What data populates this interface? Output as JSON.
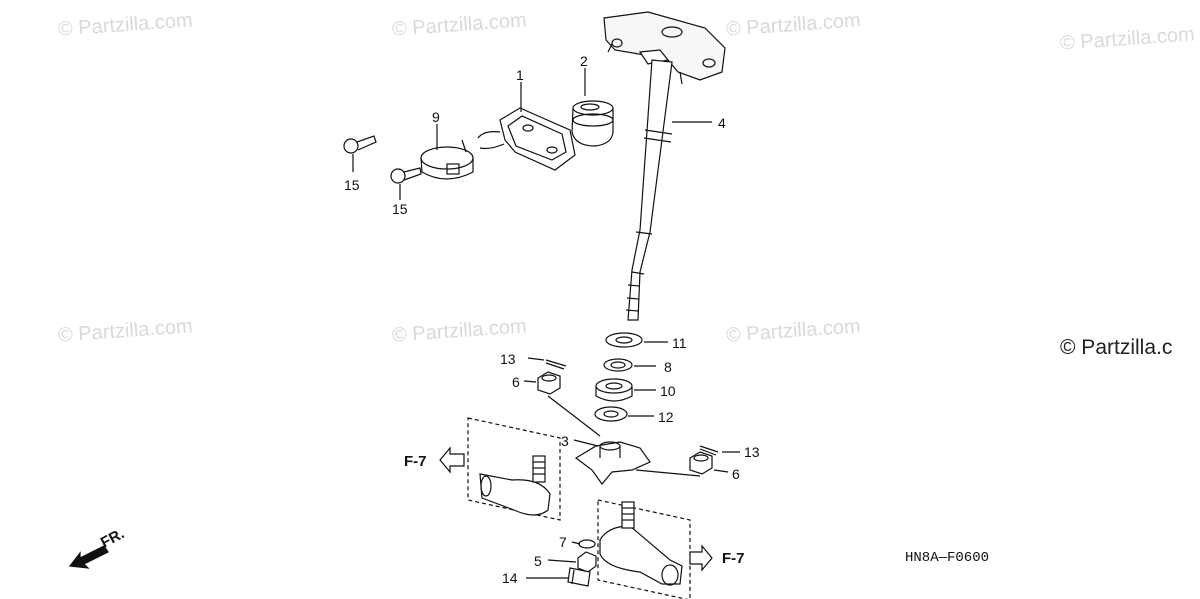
{
  "watermarks": {
    "text": "© Partzilla.com",
    "dark_text": "© Partzilla.c"
  },
  "diagram": {
    "code": "HN8A—F0600",
    "front_label": "FR.",
    "callouts": {
      "p1": "1",
      "p2": "2",
      "p3": "3",
      "p4": "4",
      "p5": "5",
      "p6a": "6",
      "p6b": "6",
      "p7": "7",
      "p8": "8",
      "p9": "9",
      "p10": "10",
      "p11": "11",
      "p12": "12",
      "p13a": "13",
      "p13b": "13",
      "p14": "14",
      "p15a": "15",
      "p15b": "15"
    },
    "refs": {
      "left": "F-7",
      "right": "F-7"
    }
  }
}
